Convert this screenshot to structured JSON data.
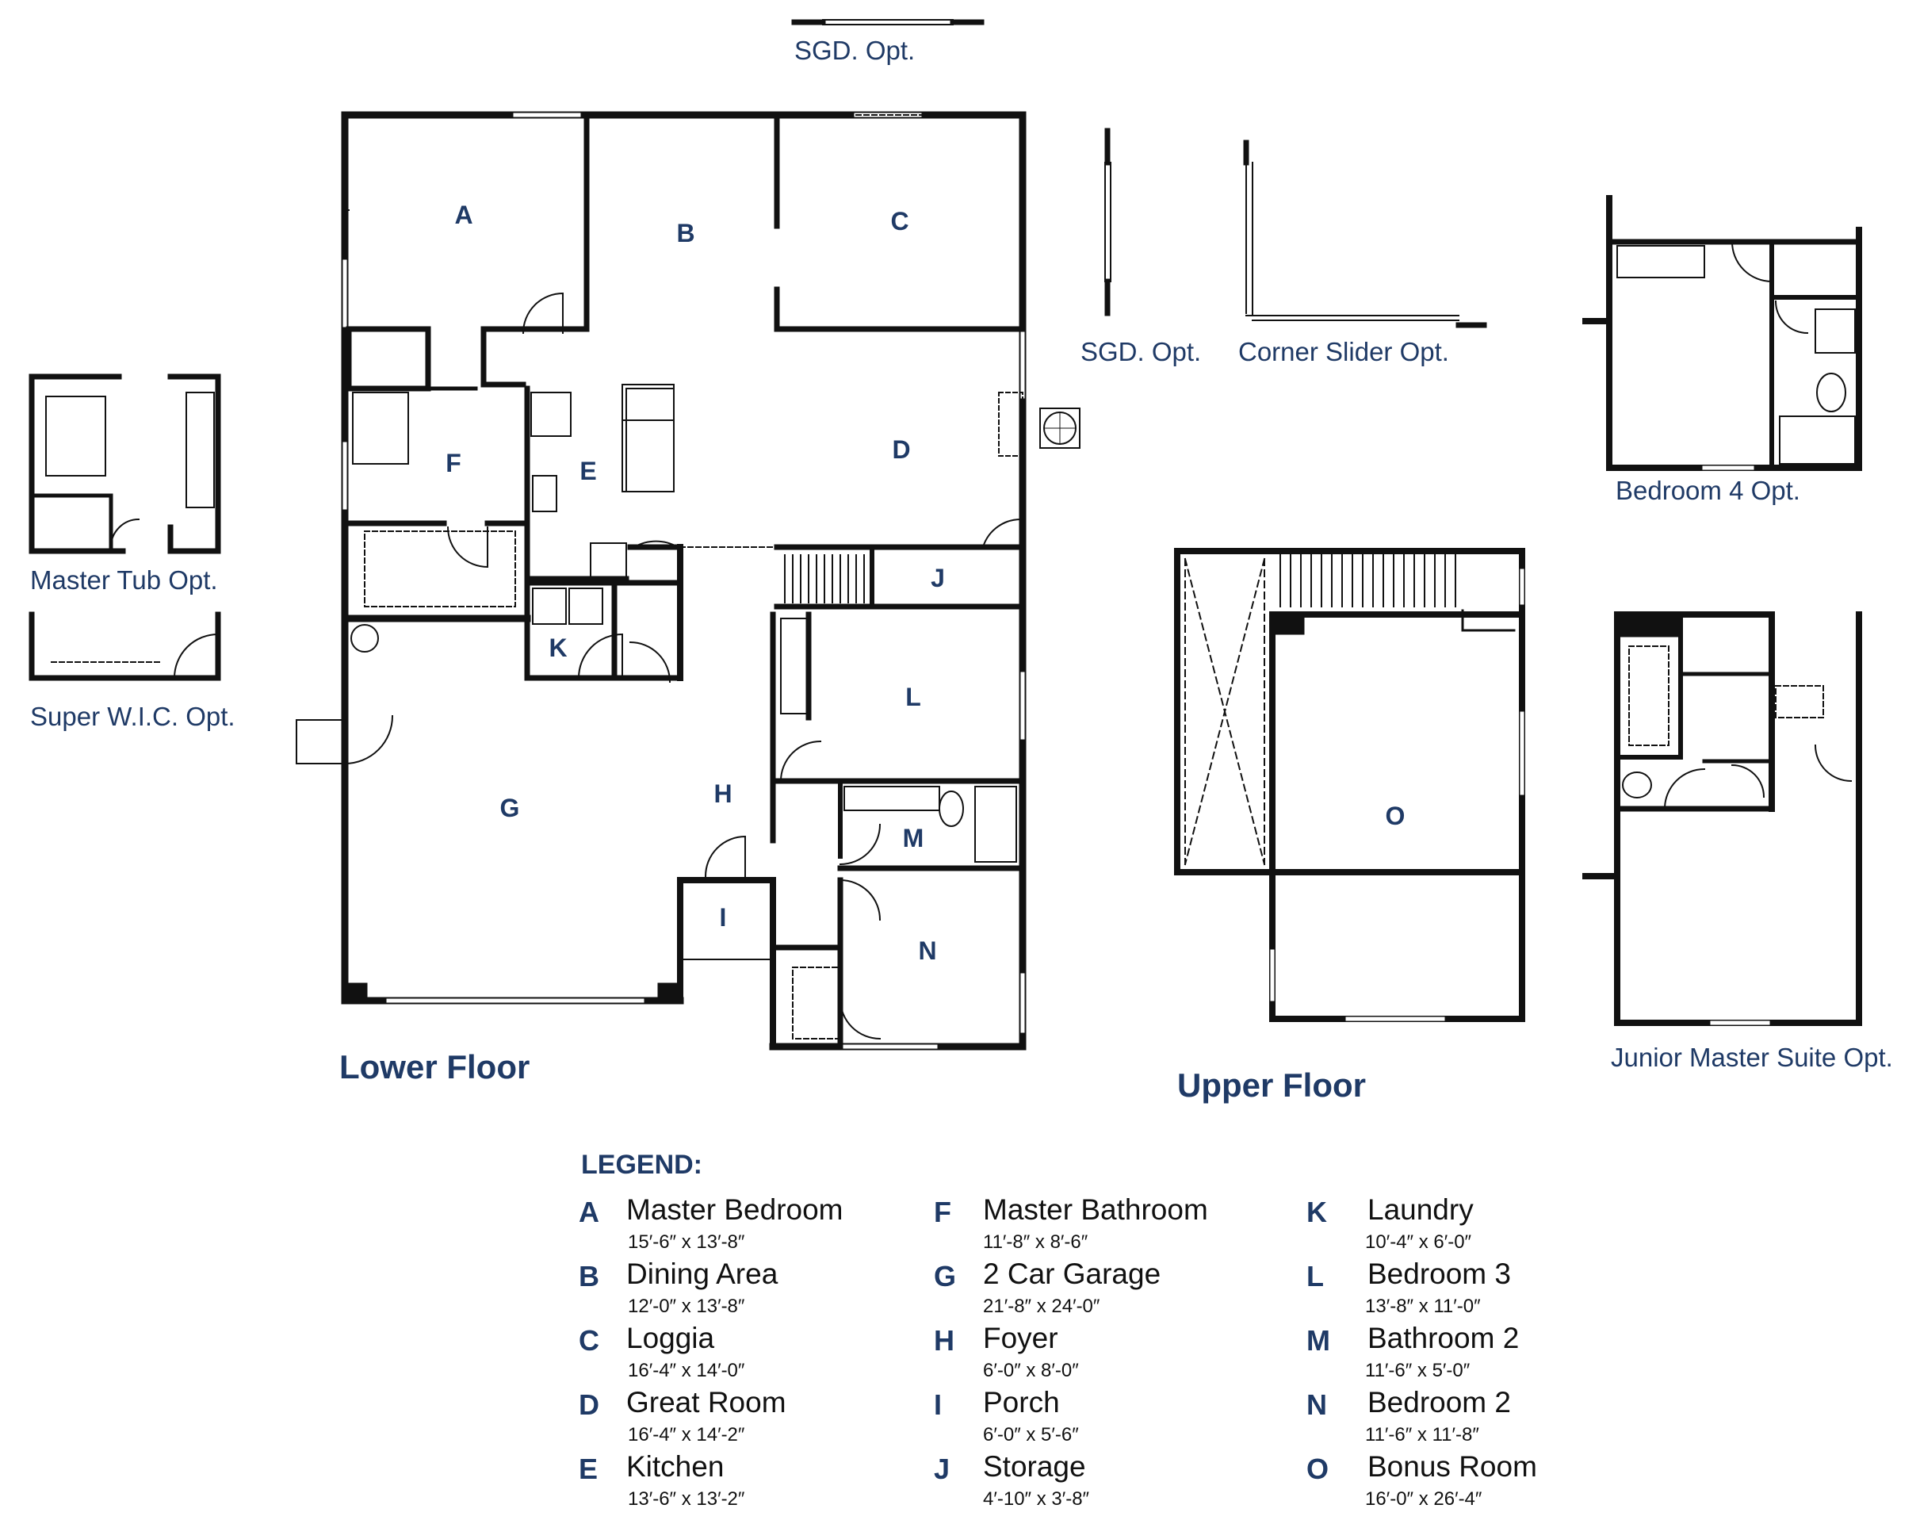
{
  "option_labels": {
    "sgd_top": "SGD. Opt.",
    "sgd_right": "SGD. Opt.",
    "corner_slider": "Corner Slider Opt.",
    "bedroom4": "Bedroom 4 Opt.",
    "master_tub": "Master Tub Opt.",
    "super_wic": "Super W.I.C. Opt.",
    "junior_master": "Junior Master Suite Opt."
  },
  "floors": {
    "lower": "Lower Floor",
    "upper": "Upper Floor"
  },
  "rooms": {
    "A": "A",
    "B": "B",
    "C": "C",
    "D": "D",
    "E": "E",
    "F": "F",
    "G": "G",
    "H": "H",
    "I": "I",
    "J": "J",
    "K": "K",
    "L": "L",
    "M": "M",
    "N": "N",
    "O": "O"
  },
  "legend": {
    "title": "LEGEND:",
    "items": [
      {
        "letter": "A",
        "name": "Master Bedroom",
        "dims": "15′-6″ x 13′-8″"
      },
      {
        "letter": "B",
        "name": "Dining Area",
        "dims": "12′-0″ x 13′-8″"
      },
      {
        "letter": "C",
        "name": "Loggia",
        "dims": "16′-4″ x 14′-0″"
      },
      {
        "letter": "D",
        "name": "Great Room",
        "dims": "16′-4″ x 14′-2″"
      },
      {
        "letter": "E",
        "name": "Kitchen",
        "dims": "13′-6″ x 13′-2″"
      },
      {
        "letter": "F",
        "name": "Master Bathroom",
        "dims": "11′-8″ x 8′-6″"
      },
      {
        "letter": "G",
        "name": "2 Car Garage",
        "dims": "21′-8″ x 24′-0″"
      },
      {
        "letter": "H",
        "name": "Foyer",
        "dims": "6′-0″ x 8′-0″"
      },
      {
        "letter": "I",
        "name": "Porch",
        "dims": "6′-0″ x 5′-6″"
      },
      {
        "letter": "J",
        "name": "Storage",
        "dims": "4′-10″ x 3′-8″"
      },
      {
        "letter": "K",
        "name": "Laundry",
        "dims": "10′-4″ x 6′-0″"
      },
      {
        "letter": "L",
        "name": "Bedroom 3",
        "dims": "13′-8″ x 11′-0″"
      },
      {
        "letter": "M",
        "name": "Bathroom 2",
        "dims": "11′-6″ x 5′-0″"
      },
      {
        "letter": "N",
        "name": "Bedroom 2",
        "dims": "11′-6″ x 11′-8″"
      },
      {
        "letter": "O",
        "name": "Bonus Room",
        "dims": "16′-0″ x 26′-4″"
      }
    ]
  },
  "colors": {
    "label_navy": "#1f3a66",
    "wall": "#111111",
    "legend_text": "#111111"
  }
}
